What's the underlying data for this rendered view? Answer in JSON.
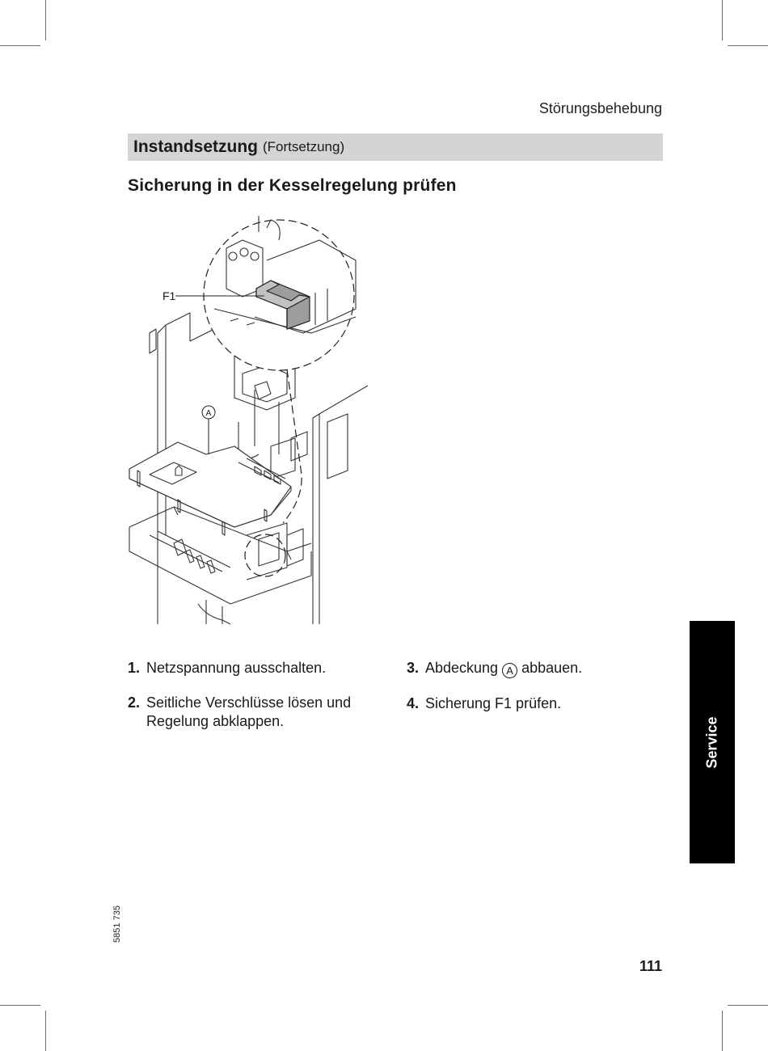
{
  "header": {
    "section": "Störungsbehebung"
  },
  "title_bar": {
    "title": "Instandsetzung",
    "subtitle": "(Fortsetzung)"
  },
  "section_heading": "Sicherung in der Kesselregelung prüfen",
  "figure": {
    "label_f1": "F1",
    "label_a": "A"
  },
  "steps_left": [
    {
      "number": "1.",
      "text": "Netzspannung ausschalten."
    },
    {
      "number": "2.",
      "text": "Seitliche Verschlüsse lösen und",
      "text2": "Regelung abklappen."
    }
  ],
  "steps_right": [
    {
      "number": "3.",
      "text_before": "Abdeckung",
      "circle": "A",
      "text_after": "abbauen."
    },
    {
      "number": "4.",
      "text": "Sicherung F1 prüfen."
    }
  ],
  "side_tab": {
    "label": "Service"
  },
  "doc_number": "5851 735",
  "page_number": "111",
  "colors": {
    "title_bar_bg": "#d4d4d4",
    "side_tab_bg": "#000000",
    "text": "#1a1a1a"
  }
}
